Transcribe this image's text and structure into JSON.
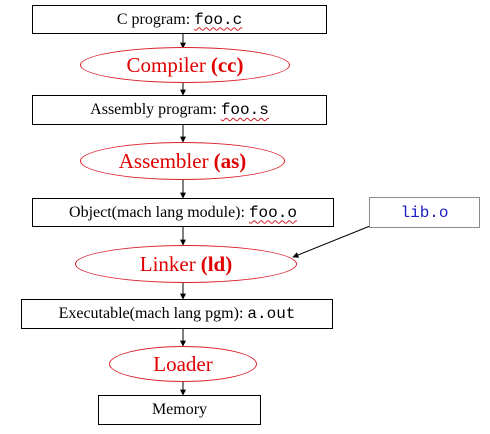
{
  "nodes": {
    "c_program": {
      "label": "C program: ",
      "file": "foo.c"
    },
    "compiler": {
      "label": "Compiler",
      "tool": "(cc)"
    },
    "assembly": {
      "label": "Assembly program: ",
      "file": "foo.s"
    },
    "assembler": {
      "label": "Assembler",
      "tool": "(as)"
    },
    "object": {
      "label": "Object(mach lang module): ",
      "file": "foo.o"
    },
    "library": {
      "file": "lib.o"
    },
    "linker": {
      "label": "Linker",
      "tool": "(ld)"
    },
    "executable": {
      "label": "Executable(mach lang pgm): ",
      "file": "a.out"
    },
    "loader": {
      "label": "Loader"
    },
    "memory": {
      "label": "Memory"
    }
  },
  "colors": {
    "process_text": "#e00000",
    "process_border": "#d9202a",
    "library_text": "#1c1cc8",
    "box_border": "#000000",
    "arrow": "#000000"
  }
}
